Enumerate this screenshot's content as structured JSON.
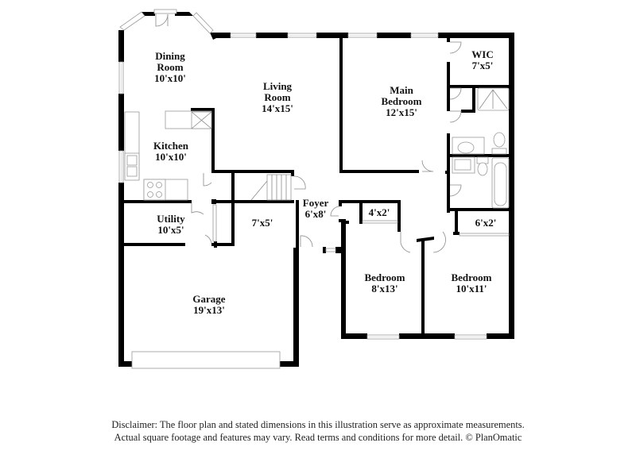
{
  "rooms": {
    "dining": {
      "name_line1": "Dining",
      "name_line2": "Room",
      "size": "10'x10'"
    },
    "living": {
      "name_line1": "Living",
      "name_line2": "Room",
      "size": "14'x15'"
    },
    "main_bedroom": {
      "name_line1": "Main",
      "name_line2": "Bedroom",
      "size": "12'x15'"
    },
    "wic": {
      "name": "WIC",
      "size": "7'x5'"
    },
    "kitchen": {
      "name": "Kitchen",
      "size": "10'x10'"
    },
    "utility": {
      "name": "Utility",
      "size": "10'x5'"
    },
    "storage": {
      "size": "7'x5'"
    },
    "foyer": {
      "name": "Foyer",
      "size": "6'x8'"
    },
    "closet_bedroom2": {
      "size": "4'x2'"
    },
    "closet_bedroom3": {
      "size": "6'x2'"
    },
    "bedroom2": {
      "name": "Bedroom",
      "size": "8'x13'"
    },
    "bedroom3": {
      "name": "Bedroom",
      "size": "10'x11'"
    },
    "garage": {
      "name": "Garage",
      "size": "19'x13'"
    }
  },
  "disclaimer": {
    "line1": "Disclaimer: The floor plan and stated dimensions in this illustration serve as approximate measurements.",
    "line2": "Actual square footage and features may vary. Read terms and conditions for more detail. © PlanOmatic"
  },
  "colors": {
    "wall": "#000000",
    "fixture": "#9a9a9a",
    "background": "#ffffff"
  }
}
